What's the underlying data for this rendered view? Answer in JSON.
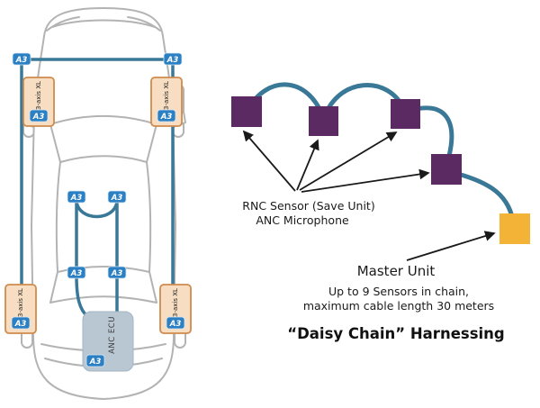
{
  "vehicle_diagram": {
    "badge_label": "A3",
    "corner_sensors": [
      {
        "position": "front-left",
        "label": "3-axis XL"
      },
      {
        "position": "front-right",
        "label": "3-axis XL"
      },
      {
        "position": "rear-left",
        "label": "3-axis XL"
      },
      {
        "position": "rear-right",
        "label": "3-axis XL"
      }
    ],
    "ecu_label": "ANC ECU"
  },
  "daisy_chain": {
    "rnc_sensor_count": 4,
    "master_unit_count": 1,
    "rnc_label_line1": "RNC Sensor (Save Unit)",
    "rnc_label_line2": "ANC Microphone",
    "master_label": "Master Unit",
    "note_line1": "Up to 9 Sensors in chain,",
    "note_line2": "maximum cable length 30 meters",
    "title": "“Daisy Chain” Harnessing"
  },
  "colors": {
    "cable_teal": "#3a7897",
    "sensor_purple": "#5b2a63",
    "master_yellow": "#f2b337",
    "corner_box_fill": "#f7ddc2",
    "corner_box_border": "#cf8b4d",
    "badge_blue": "#2b7fc3",
    "ecu_fill": "#b9c7d3",
    "car_outline_gray": "#b3b3b3",
    "arrow_black": "#1a1a1a"
  }
}
